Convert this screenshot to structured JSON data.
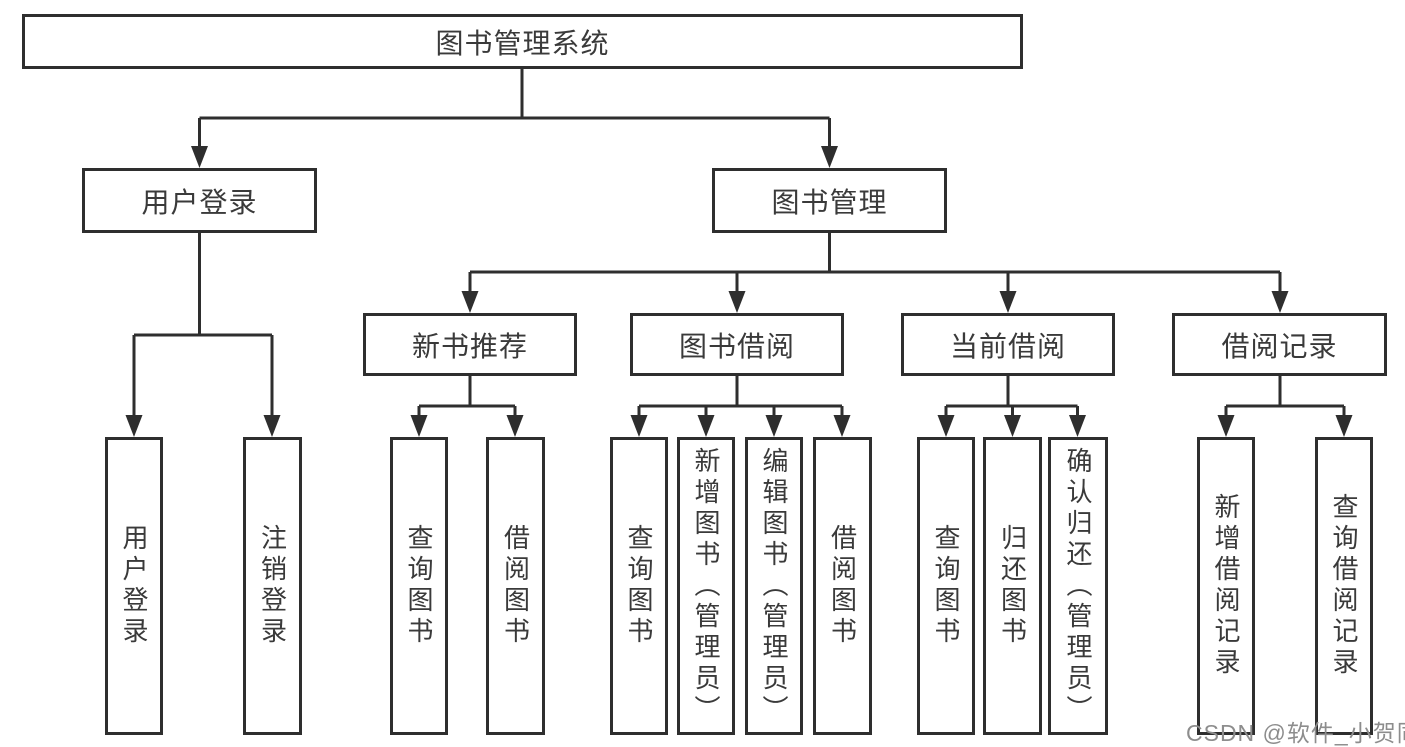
{
  "diagram_type": "hierarchy-tree",
  "tree": {
    "root": {
      "label": "图书管理系统"
    },
    "branches": [
      {
        "label": "用户登录",
        "children": [
          {
            "label": "用户登录"
          },
          {
            "label": "注销登录"
          }
        ]
      },
      {
        "label": "图书管理",
        "groups": [
          {
            "label": "新书推荐",
            "children": [
              {
                "label": "查询图书"
              },
              {
                "label": "借阅图书"
              }
            ]
          },
          {
            "label": "图书借阅",
            "children": [
              {
                "label": "查询图书"
              },
              {
                "label": "新增图书（管理员）"
              },
              {
                "label": "编辑图书（管理员）"
              },
              {
                "label": "借阅图书"
              }
            ]
          },
          {
            "label": "当前借阅",
            "children": [
              {
                "label": "查询图书"
              },
              {
                "label": "归还图书"
              },
              {
                "label": "确认归还（管理员）"
              }
            ]
          },
          {
            "label": "借阅记录",
            "children": [
              {
                "label": "新增借阅记录"
              },
              {
                "label": "查询借阅记录"
              }
            ]
          }
        ]
      }
    ]
  },
  "watermark": {
    "text": "CSDN @软件_小贺同学"
  },
  "colors": {
    "line": "#2e2e2e",
    "box_border": "#2e2e2e",
    "text": "#3a3a3a",
    "watermark": "#8d8d8d",
    "background": "#ffffff"
  }
}
